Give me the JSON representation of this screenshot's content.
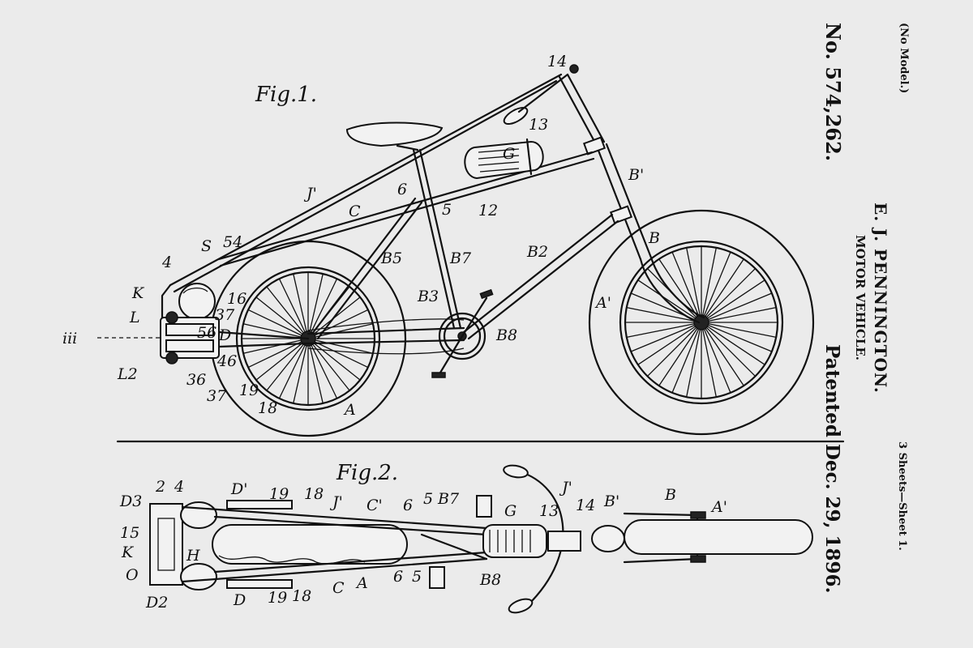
{
  "header": {
    "no_model": "(No Model.)",
    "patent_number": "No. 574,262.",
    "inventor": "E. J. PENNINGTON.",
    "title": "MOTOR VEHICLE.",
    "patented": "Patented Dec. 29, 1896.",
    "sheets": "3 Sheets—Sheet 1."
  },
  "figures": {
    "fig1": "Fig.1.",
    "fig2": "Fig.2."
  },
  "labels_fig1": {
    "n14": "14",
    "n13": "13",
    "G": "G",
    "B1": "B'",
    "n6": "6",
    "J1": "J'",
    "n5": "5",
    "n12": "12",
    "C": "C",
    "S": "S",
    "n54": "54",
    "n4": "4",
    "B5": "B5",
    "B7": "B7",
    "B2": "B2",
    "B": "B",
    "K": "K",
    "n16": "16",
    "L": "L",
    "n37a": "37",
    "B3": "B3",
    "A1": "A'",
    "iii": "iii",
    "D": "D",
    "n56": "56",
    "B8": "B8",
    "L2": "L2",
    "n46": "46",
    "n36": "36",
    "n37b": "37",
    "n19": "19",
    "n18": "18",
    "A": "A"
  },
  "labels_fig2": {
    "D3": "D3",
    "n2": "2",
    "n4": "4",
    "D1": "D'",
    "n19a": "19",
    "n18a": "18",
    "J1": "J'",
    "C1": "C'",
    "n6a": "6",
    "n5a": "5",
    "B7": "B7",
    "G": "G",
    "n13": "13",
    "J1b": "J'",
    "n14": "14",
    "B1": "B'",
    "B": "B",
    "A1": "A'",
    "n15": "15",
    "K": "K",
    "H": "H",
    "O": "O",
    "D2": "D2",
    "D": "D",
    "n19b": "19",
    "n18b": "18",
    "C": "C",
    "A": "A",
    "n6b": "6",
    "n5b": "5",
    "B8": "B8"
  }
}
